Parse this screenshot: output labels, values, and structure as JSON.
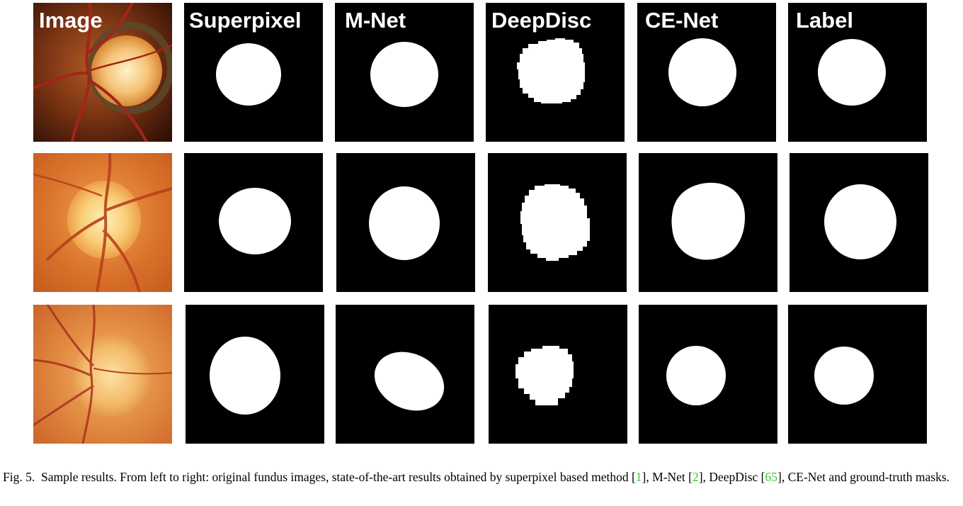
{
  "figure": {
    "columns": [
      {
        "label": "Image",
        "type": "fundus"
      },
      {
        "label": "Superpixel",
        "type": "mask"
      },
      {
        "label": "M-Net",
        "type": "mask"
      },
      {
        "label": "DeepDisc",
        "type": "mask"
      },
      {
        "label": "CE-Net",
        "type": "mask"
      },
      {
        "label": "Label",
        "type": "mask"
      }
    ],
    "rows": 3,
    "colors": {
      "mask_background": "#000000",
      "mask_foreground": "#ffffff",
      "fundus_row1": "#3a1408",
      "fundus_row2": "#d96f22",
      "fundus_row3": "#d9713a",
      "vessel": "#a2251a"
    }
  },
  "caption": {
    "label": "Fig. 5.",
    "text_1": "Sample results. From left to right: original fundus images, state-of-the-art results obtained by superpixel based method [",
    "ref_1": "1",
    "text_2": "], M-Net [",
    "ref_2": "2",
    "text_3": "], DeepDisc [",
    "ref_3": "65",
    "text_4": "], CE-Net and ground-truth masks.",
    "ref_color": "#33cc33"
  }
}
